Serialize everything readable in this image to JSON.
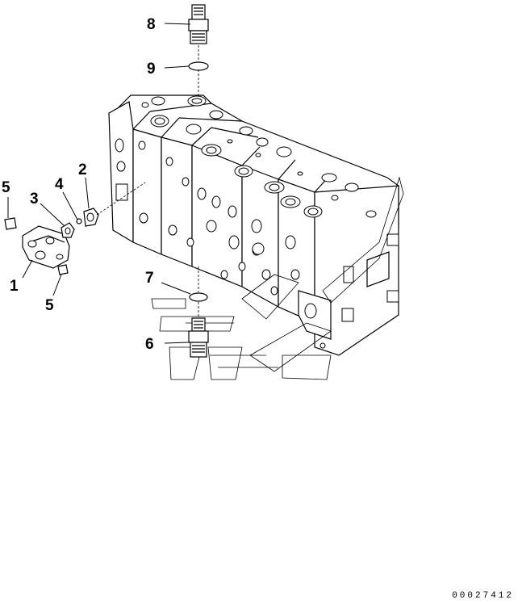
{
  "callouts": {
    "c1": "1",
    "c2": "2",
    "c3": "3",
    "c4": "4",
    "c5a": "5",
    "c5b": "5",
    "c6": "6",
    "c7": "7",
    "c8": "8",
    "c9": "9"
  },
  "drawing_number": "00027412"
}
